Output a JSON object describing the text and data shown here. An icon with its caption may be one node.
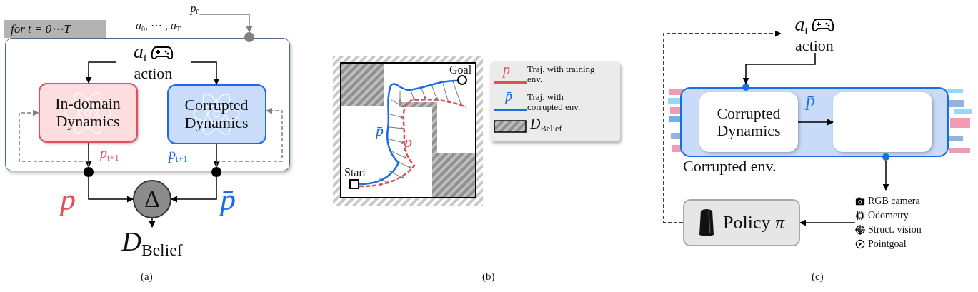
{
  "diagram": {
    "nodes": [
      {
        "text": [
          "for t = 0⋯T"
        ]
      },
      {
        "text": [
          "*a*$_{t}$",
          "action"
        ],
        "in": 0
      },
      {
        "text": [
          "In-domain Dynamics"
        ],
        "in": 0
      },
      {
        "text": [
          "Corrupted Dynamics"
        ],
        "in": 0
      },
      {
        "text": [],
        "shape": "circle"
      },
      {
        "text": [],
        "shape": "circle"
      },
      {
        "text": [
          "Δ"
        ]
      },
      {
        "text": [
          "*D*$_{Belief}$"
        ]
      },
      {
        "text": [],
        "shape": "circle"
      },
      {
        "text": [
          "*p*$_{0}$"
        ]
      },
      {
        "text": [
          "*a*$_{t}$",
          "action"
        ]
      },
      {
        "text": [
          "Corrupted env."
        ]
      },
      {
        "text": [
          "Corrupted Dynamics"
        ],
        "in": 11
      },
      {
        "text": [],
        "shape": "box",
        "in": 11
      },
      {
        "text": [],
        "shape": "circle"
      },
      {
        "text": [],
        "shape": "circle"
      },
      {
        "text": [
          "RGB camera",
          "Odometry",
          "Struct. vision",
          "Pointgoal"
        ]
      },
      {
        "text": [
          "Policy *π*"
        ]
      }
    ],
    "edges": [
      {
        "from": 1,
        "to": 2,
        "arrow": "to"
      },
      {
        "from": 1,
        "to": 3,
        "arrow": "to"
      },
      {
        "from": 2,
        "to": 4,
        "arrow": "to",
        "label": "*p*$_{t+1}$"
      },
      {
        "from": 3,
        "to": 5,
        "arrow": "to",
        "label": "*p̄*$_{t+1}$"
      },
      {
        "from": 4,
        "to": 6,
        "arrow": "to",
        "label": "p"
      },
      {
        "from": 5,
        "to": 6,
        "arrow": "to",
        "label": "p̄"
      },
      {
        "from": 6,
        "to": 7,
        "arrow": "to"
      },
      {
        "from": 9,
        "to": 8,
        "arrow": "to",
        "color": "#808080"
      },
      {
        "from": 4,
        "to": 2,
        "arrow": "to",
        "style": "dashed",
        "color": "#808080"
      },
      {
        "from": 5,
        "to": 3,
        "arrow": "to",
        "style": "dashed",
        "color": "#808080"
      },
      {
        "from": 10,
        "to": 14,
        "arrow": "to"
      },
      {
        "from": 12,
        "to": 13,
        "arrow": "to",
        "label": "p̄"
      },
      {
        "from": 15,
        "to": 16,
        "arrow": "to"
      },
      {
        "from": 16,
        "to": 17,
        "arrow": "to"
      },
      {
        "from": 17,
        "to": 10,
        "arrow": "to",
        "style": "dashed"
      }
    ],
    "labels": [
      "*a*$_{0}$, ⋯ , *a*$_{T}$",
      "Goal",
      "p̄",
      "p",
      "Start",
      "p",
      "p̄",
      "(a)",
      "(b)",
      "(c)"
    ],
    "legend": [
      {
        "text": "Traj. with training env."
      },
      {
        "text": "Traj. with corrupted env."
      },
      {
        "text": "*D*$_{Belief}$"
      }
    ]
  }
}
